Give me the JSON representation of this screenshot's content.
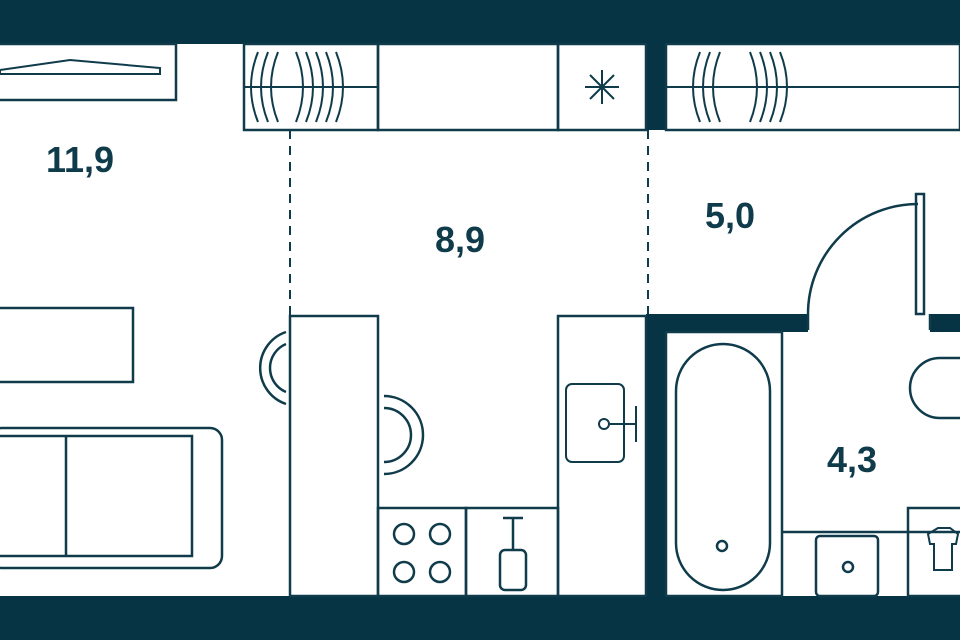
{
  "plan": {
    "colors": {
      "wall": "#073445",
      "line": "#0f3b4b",
      "background": "#ffffff"
    },
    "rooms": [
      {
        "id": "living",
        "area": "11,9"
      },
      {
        "id": "kitchen",
        "area": "8,9"
      },
      {
        "id": "hall",
        "area": "5,0"
      },
      {
        "id": "bathroom",
        "area": "4,3"
      }
    ],
    "icons": [
      "radiator-icon",
      "fridge-icon",
      "sofa-icon",
      "tv-icon",
      "chair-icon",
      "stove-icon",
      "sink-icon",
      "bathtub-icon",
      "washbasin-icon",
      "toilet-icon",
      "washing-machine-icon",
      "door-icon"
    ]
  }
}
